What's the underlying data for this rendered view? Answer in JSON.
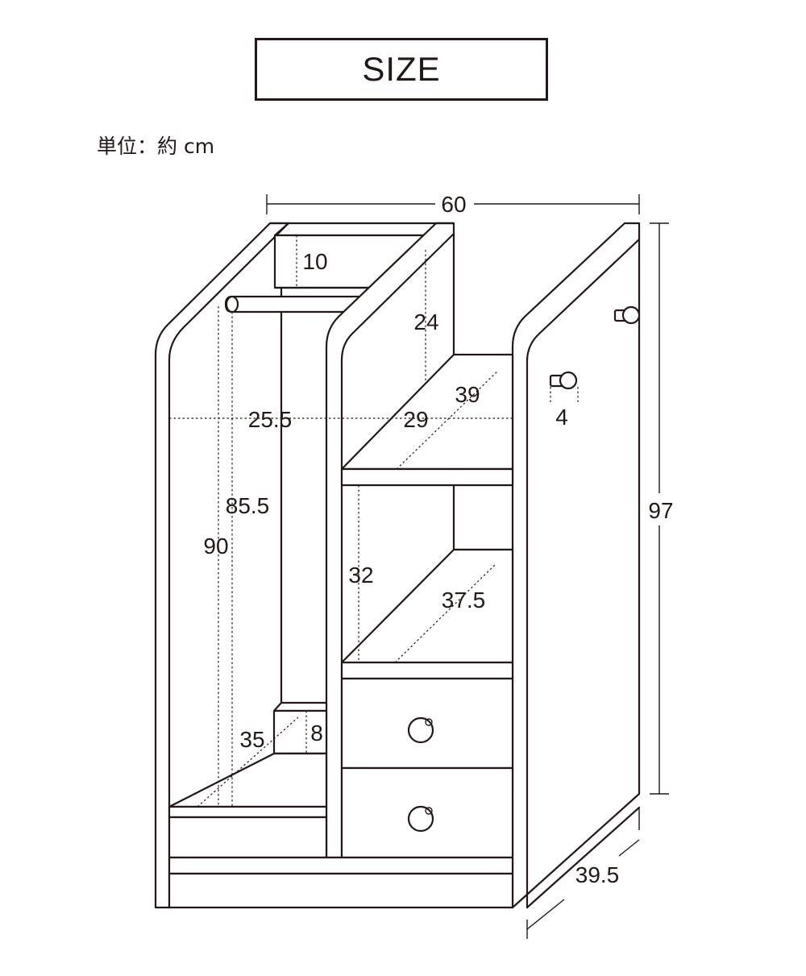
{
  "header": {
    "title": "SIZE"
  },
  "unit_note": "単位：約 cm",
  "dimensions": {
    "width": "60",
    "height_total": "97",
    "depth": "39.5",
    "top_box_height": "10",
    "upper_shelf_height": "24",
    "shelf_diagonal_upper": "39",
    "hanging_width": "25.5",
    "shelf_width": "29",
    "knob_offset": "4",
    "inner_height_short": "85.5",
    "inner_height": "90",
    "middle_shelf_height": "32",
    "shelf_diagonal_lower": "37.5",
    "bottom_depth": "35",
    "bottom_step_height": "8"
  }
}
